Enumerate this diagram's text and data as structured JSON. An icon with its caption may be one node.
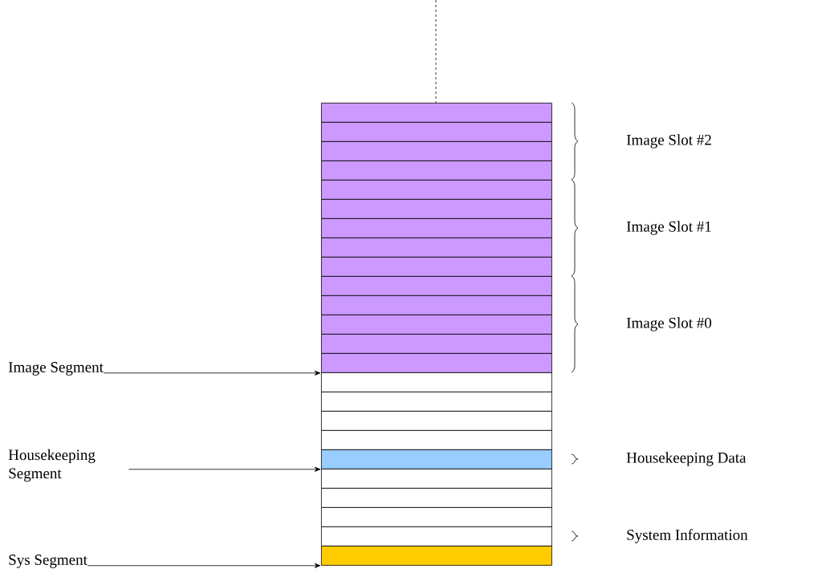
{
  "diagram": {
    "nodes": [
      {
        "text": [],
        "shape": "box"
      },
      {
        "text": [],
        "shape": "box"
      },
      {
        "text": [],
        "shape": "box"
      },
      {
        "text": [],
        "shape": "box"
      },
      {
        "text": [],
        "shape": "box"
      },
      {
        "text": [],
        "shape": "box"
      },
      {
        "text": [],
        "shape": "box"
      },
      {
        "text": [],
        "shape": "box"
      },
      {
        "text": [],
        "shape": "box"
      },
      {
        "text": [],
        "shape": "box"
      },
      {
        "text": [],
        "shape": "box"
      },
      {
        "text": [],
        "shape": "box"
      },
      {
        "text": [],
        "shape": "box"
      },
      {
        "text": [],
        "shape": "box"
      },
      {
        "text": [],
        "shape": "box"
      },
      {
        "text": [],
        "shape": "box"
      },
      {
        "text": [],
        "shape": "box"
      },
      {
        "text": [],
        "shape": "box"
      },
      {
        "text": [],
        "shape": "box"
      },
      {
        "text": [],
        "shape": "box"
      },
      {
        "text": [],
        "shape": "box"
      },
      {
        "text": [],
        "shape": "box"
      },
      {
        "text": [],
        "shape": "box"
      },
      {
        "text": [],
        "shape": "box"
      },
      {
        "text": [
          "Image Segment"
        ]
      },
      {
        "text": [
          "Housekeeping Segment"
        ]
      },
      {
        "text": [
          "Sys Segment"
        ]
      }
    ],
    "edges": [
      {
        "from": 24,
        "to": 13,
        "arrow": "to"
      },
      {
        "from": 25,
        "to": 18,
        "arrow": "to"
      },
      {
        "from": 26,
        "to": 23,
        "arrow": "to"
      }
    ],
    "labels": [
      "Image Slot #2",
      "Image Slot #1",
      "Image Slot #0",
      "Housekeeping Data",
      "System Information"
    ]
  }
}
